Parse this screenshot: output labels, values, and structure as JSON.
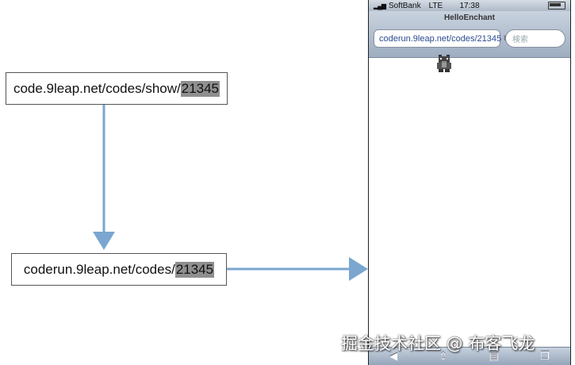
{
  "diagram": {
    "source_url": {
      "prefix": "code.9leap.net/codes/show/",
      "id": "21345"
    },
    "run_url": {
      "prefix": "coderun.9leap.net/codes/",
      "id": "21345"
    }
  },
  "phone": {
    "status_bar": {
      "carrier": "SoftBank",
      "network": "LTE",
      "time": "17:38"
    },
    "page_title": "HelloEnchant",
    "address_bar": {
      "value": "coderun.9leap.net/codes/21345"
    },
    "search_field": {
      "placeholder": "検索"
    },
    "toolbar": {
      "icons": [
        "back-icon",
        "share-icon",
        "bookmarks-icon",
        "pages-icon"
      ]
    }
  },
  "watermark": "掘金技术社区 @ 布客飞龙",
  "colors": {
    "arrow": "#7aa6cf",
    "highlight": "#8f8f8f"
  }
}
